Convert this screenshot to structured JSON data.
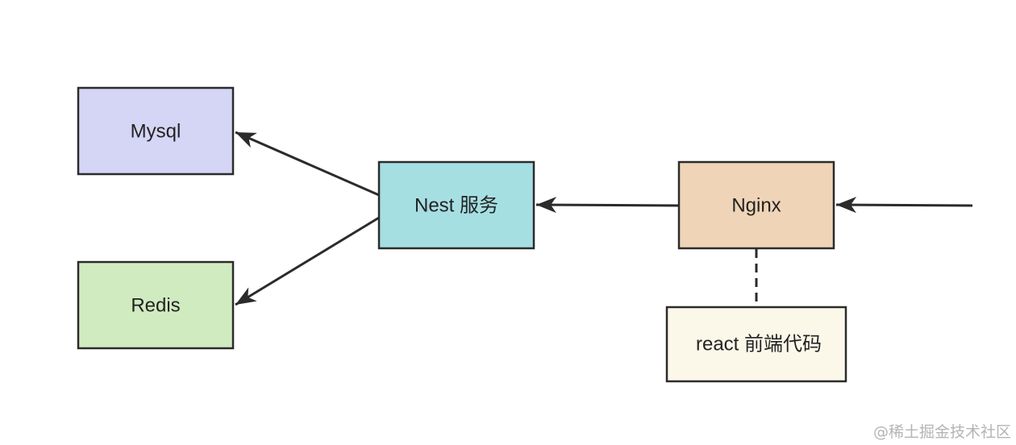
{
  "diagram": {
    "nodes": {
      "mysql": {
        "label": "Mysql",
        "fill": "#d5d5f5"
      },
      "redis": {
        "label": "Redis",
        "fill": "#d1ebc0"
      },
      "nest": {
        "label": "Nest 服务",
        "fill": "#a6dfe2"
      },
      "nginx": {
        "label": "Nginx",
        "fill": "#f0d4b7"
      },
      "react": {
        "label": "react 前端代码",
        "fill": "#fbf8e9"
      }
    },
    "edges": [
      {
        "from": "nest",
        "to": "mysql",
        "style": "solid-arrow"
      },
      {
        "from": "nest",
        "to": "redis",
        "style": "solid-arrow"
      },
      {
        "from": "nginx",
        "to": "nest",
        "style": "solid-arrow"
      },
      {
        "from": "external-request",
        "to": "nginx",
        "style": "solid-arrow"
      },
      {
        "from": "nginx",
        "to": "react",
        "style": "dashed-line"
      }
    ],
    "stroke_color": "#2b2b2b"
  },
  "watermark": "@稀土掘金技术社区"
}
